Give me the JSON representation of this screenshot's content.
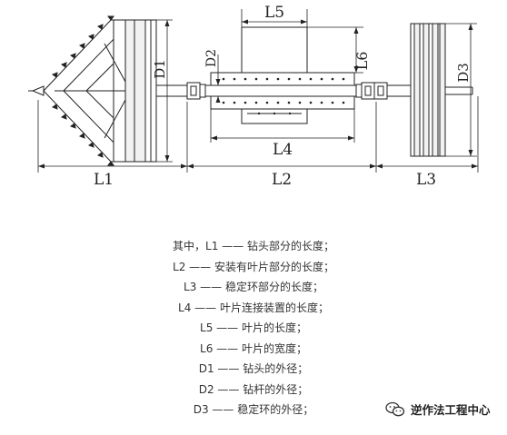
{
  "dimension_labels": {
    "L1": "L1",
    "L2": "L2",
    "L3": "L3",
    "L4": "L4",
    "L5": "L5",
    "L6": "L6",
    "D1": "D1",
    "D2": "D2",
    "D3": "D3"
  },
  "legend": [
    "其中，L1 —— 钻头部分的长度；",
    "L2 —— 安装有叶片部分的长度；",
    "L3 —— 稳定环部分的长度；",
    "L4 —— 叶片连接装置的长度；",
    "L5 —— 叶片的长度；",
    "L6 —— 叶片的宽度；",
    "D1 —— 钻头的外径；",
    "D2 —— 钻杆的外径；",
    "D3 —— 稳定环的外径；"
  ],
  "watermark": {
    "text": "逆作法工程中心",
    "icon": "wechat-bubble-icon"
  }
}
